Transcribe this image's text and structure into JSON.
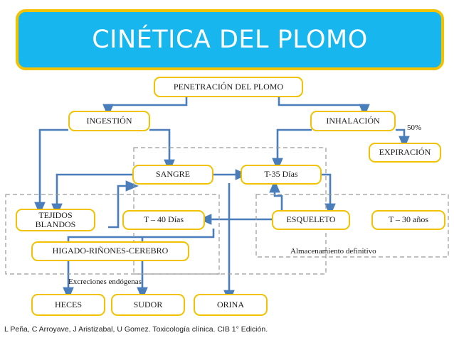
{
  "title": "CINÉTICA DEL PLOMO",
  "nodes": {
    "penetracion": "PENETRACIÓN DEL PLOMO",
    "ingestion": "INGESTIÓN",
    "inhalacion": "INHALACIÓN",
    "expiracion": "EXPIRACIÓN",
    "sangre": "SANGRE",
    "t35": "T-35 Días",
    "tejidos": "TEJIDOS\nBLANDOS",
    "t40": "T – 40 Días",
    "esqueleto": "ESQUELETO",
    "t30": "T – 30 años",
    "higado": "HIGADO-RIÑONES-CEREBRO",
    "heces": "HECES",
    "sudor": "SUDOR",
    "orina": "ORINA"
  },
  "labels": {
    "percent_50": "50%",
    "almacenamiento": "Almacenamiento definitivo",
    "excreciones": "Excreciones endógenas"
  },
  "caption": "L Peña, C Arroyave, J Aristizabal, U Gomez. Toxicología clínica. CIB 1° Edición.",
  "colors": {
    "title_bg": "#18b6ef",
    "border_yellow": "#f2c200",
    "arrow_blue": "#4a7ebb",
    "dashed_gray": "#9a9a9a"
  }
}
